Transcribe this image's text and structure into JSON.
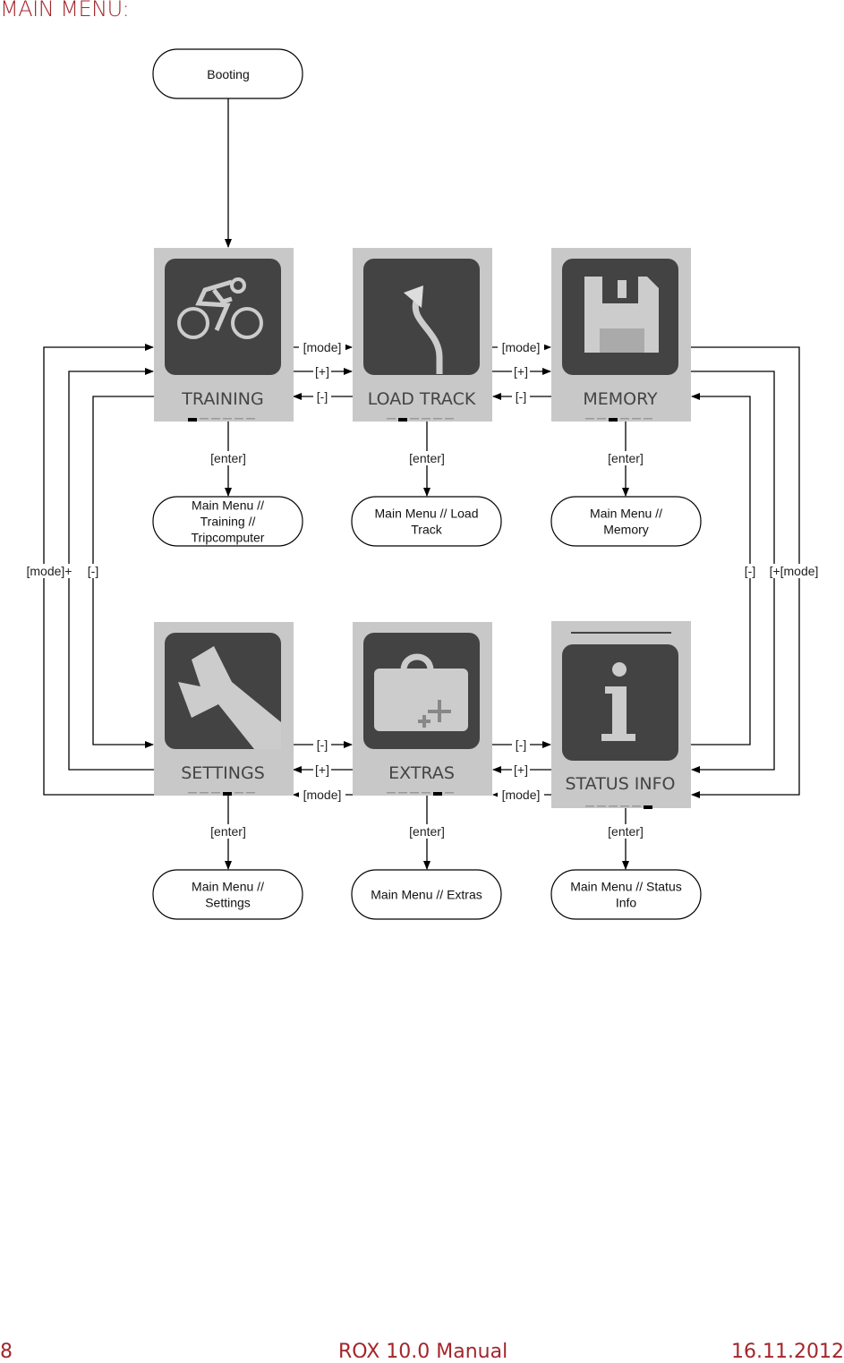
{
  "page_title": "MAIN MENU:",
  "start_node": "Booting",
  "screens": [
    {
      "label": "TRAINING",
      "icon": "cyclist-icon"
    },
    {
      "label": "LOAD TRACK",
      "icon": "track-arrow-icon"
    },
    {
      "label": "MEMORY",
      "icon": "floppy-disk-icon"
    },
    {
      "label": "SETTINGS",
      "icon": "wrench-icon"
    },
    {
      "label": "EXTRAS",
      "icon": "toolbox-plus-icon"
    },
    {
      "label": "STATUS INFO",
      "icon": "info-icon"
    }
  ],
  "targets": [
    [
      "Main Menu //",
      "Training //",
      "Tripcomputer"
    ],
    [
      "Main Menu // Load",
      "Track"
    ],
    [
      "Main Menu //",
      "Memory"
    ],
    [
      "Main Menu //",
      "Settings"
    ],
    [
      "Main Menu // Extras"
    ],
    [
      "Main Menu // Status",
      "Info"
    ]
  ],
  "keys": {
    "mode": "[mode]",
    "plus": "[+]",
    "minus": "[-]",
    "enter": "[enter]",
    "left_mode_plus": "[mode]+",
    "right_plus_mode": "[+[mode]"
  },
  "footer": {
    "page": "8",
    "doc": "ROX 10.0 Manual",
    "date": "16.11.2012"
  },
  "colors": {
    "accent": "#a3262b",
    "screen_bg": "#c8c8c8",
    "icon_bg": "#434343"
  }
}
